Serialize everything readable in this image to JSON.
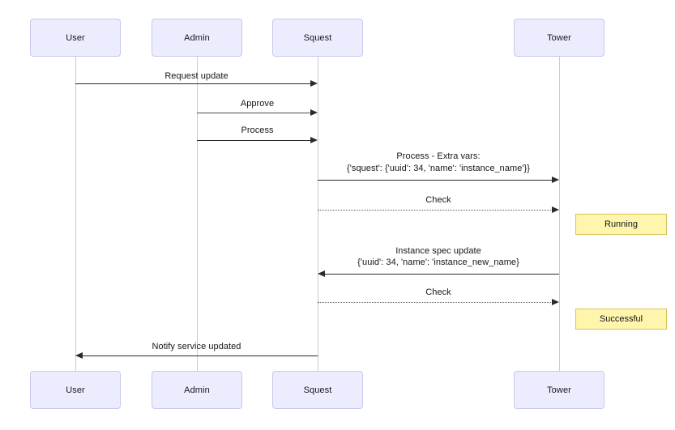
{
  "diagram": {
    "type": "sequence-diagram",
    "background_color": "#ffffff",
    "participant_fill": "#ECECFF",
    "participant_border": "#C8C8EC",
    "note_fill": "#FFF5AD",
    "note_border": "#D6C35A",
    "line_color": "#2b2b2b"
  },
  "participants": [
    {
      "id": "user",
      "label": "User"
    },
    {
      "id": "admin",
      "label": "Admin"
    },
    {
      "id": "squest",
      "label": "Squest"
    },
    {
      "id": "tower",
      "label": "Tower"
    }
  ],
  "participants_bottom": [
    {
      "id": "user",
      "label": "User"
    },
    {
      "id": "admin",
      "label": "Admin"
    },
    {
      "id": "squest",
      "label": "Squest"
    },
    {
      "id": "tower",
      "label": "Tower"
    }
  ],
  "messages": [
    {
      "id": "m1",
      "from": "user",
      "to": "squest",
      "direction": "right",
      "style": "solid",
      "line1": "Request update",
      "line2": ""
    },
    {
      "id": "m2",
      "from": "admin",
      "to": "squest",
      "direction": "right",
      "style": "solid",
      "line1": "Approve",
      "line2": ""
    },
    {
      "id": "m3",
      "from": "admin",
      "to": "squest",
      "direction": "right",
      "style": "solid",
      "line1": "Process",
      "line2": ""
    },
    {
      "id": "m4",
      "from": "squest",
      "to": "tower",
      "direction": "right",
      "style": "solid",
      "line1": "Process - Extra vars:",
      "line2": "{'squest': {'uuid': 34, 'name': 'instance_name'}}"
    },
    {
      "id": "m5",
      "from": "squest",
      "to": "tower",
      "direction": "right",
      "style": "dotted",
      "line1": "Check",
      "line2": ""
    },
    {
      "id": "m6",
      "from": "tower",
      "to": "squest",
      "direction": "left",
      "style": "solid",
      "line1": "Instance spec update",
      "line2": "{'uuid': 34, 'name': 'instance_new_name}"
    },
    {
      "id": "m7",
      "from": "squest",
      "to": "tower",
      "direction": "right",
      "style": "dotted",
      "line1": "Check",
      "line2": ""
    },
    {
      "id": "m8",
      "from": "squest",
      "to": "user",
      "direction": "left",
      "style": "solid",
      "line1": "Notify service updated",
      "line2": ""
    }
  ],
  "notes": [
    {
      "id": "n1",
      "label": "Running",
      "attached_to": "tower"
    },
    {
      "id": "n2",
      "label": "Successful",
      "attached_to": "tower"
    }
  ]
}
